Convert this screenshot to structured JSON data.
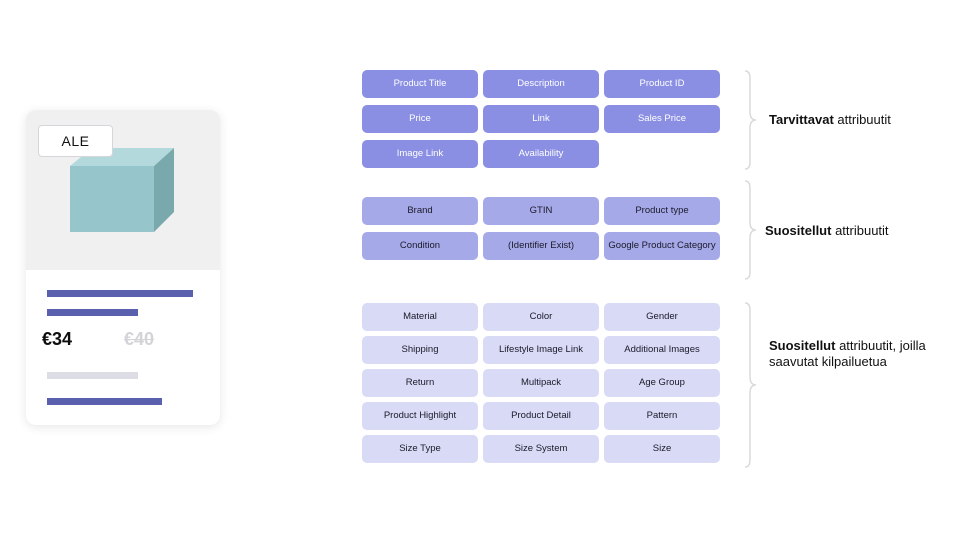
{
  "card": {
    "sale_tag": "ALE",
    "price_current": "€34",
    "price_original": "€40"
  },
  "groups": [
    {
      "label_bold": "Tarvittavat",
      "label_rest": " attribuutit",
      "chips": [
        "Product Title",
        "Description",
        "Product ID",
        "Price",
        "Link",
        "Sales Price",
        "Image Link",
        "Availability"
      ]
    },
    {
      "label_bold": "Suositellut",
      "label_rest": " attribuutit",
      "chips": [
        "Brand",
        "GTIN",
        "Product type",
        "Condition",
        "(Identifier Exist)",
        "Google Product Category"
      ]
    },
    {
      "label_bold": "Suositellut",
      "label_rest": " attribuutit, joilla saavutat kilpailuetua",
      "chips": [
        "Material",
        "Color",
        "Gender",
        "Shipping",
        "Lifestyle Image Link",
        "Additional Images",
        "Return",
        "Multipack",
        "Age Group",
        "Product Highlight",
        "Product Detail",
        "Pattern",
        "Size Type",
        "Size System",
        "Size"
      ]
    }
  ],
  "colors": {
    "required_chip": "#8a8fe3",
    "recommended_chip": "#a6a9e8",
    "competitive_chip": "#d9daf5",
    "card_bar": "#5a5fae"
  }
}
